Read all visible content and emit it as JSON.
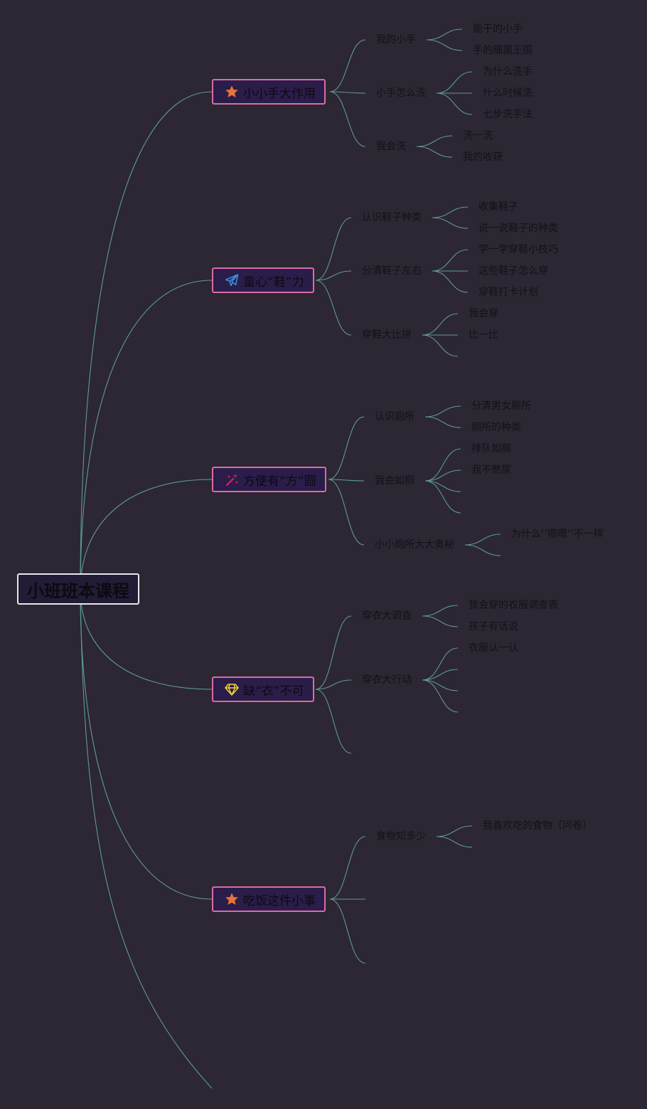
{
  "root": {
    "label": "小班班本课程"
  },
  "branches": [
    {
      "label": "小小手大作用",
      "icon": "star-icon",
      "icon_color": "#e6743c",
      "children": [
        {
          "label": "我的小手",
          "children": [
            "能干的小手",
            "手的细菌王国"
          ]
        },
        {
          "label": "小手怎么洗",
          "children": [
            "为什么洗手",
            "什么时候洗",
            "七步洗手法"
          ]
        },
        {
          "label": "我会洗",
          "children": [
            "洗一洗",
            "我的收获"
          ]
        }
      ]
    },
    {
      "label": "童心“鞋”力",
      "icon": "paper-plane-icon",
      "icon_color": "#3a8fd9",
      "children": [
        {
          "label": "认识鞋子种类",
          "children": [
            "收集鞋子",
            "说一说鞋子的种类"
          ]
        },
        {
          "label": "分清鞋子左右",
          "children": [
            "学一学穿鞋小技巧",
            "这些鞋子怎么穿",
            "穿鞋打卡计划"
          ]
        },
        {
          "label": "穿鞋大比拼",
          "children": [
            "我会穿",
            "比一比",
            ""
          ]
        }
      ]
    },
    {
      "label": "方便有“方”圆",
      "icon": "magic-wand-icon",
      "icon_color": "#d8245c",
      "children": [
        {
          "label": "认识厕所",
          "children": [
            "分清男女厕所",
            "厕所的种类"
          ]
        },
        {
          "label": "我会如厕",
          "children": [
            "排队如厕",
            "我不憋尿",
            "",
            ""
          ]
        },
        {
          "label": "小小厕所大大奥秘",
          "children": [
            "为什么‘’嗯嗯‘’不一样",
            ""
          ]
        }
      ]
    },
    {
      "label": "缺“衣”不可",
      "icon": "diamond-icon",
      "icon_color": "#f0d43a",
      "children": [
        {
          "label": "穿衣大调查",
          "children": [
            "我会穿的衣服调查表",
            "孩子有话说"
          ]
        },
        {
          "label": "穿衣大行动",
          "children": [
            "衣服认一认",
            "",
            "",
            ""
          ]
        },
        {
          "label": "",
          "children": []
        }
      ]
    },
    {
      "label": "吃饭这件小事",
      "icon": "star-icon",
      "icon_color": "#e6743c",
      "children": [
        {
          "label": "食物知多少",
          "children": [
            "我喜欢吃的食物（问卷）",
            ""
          ]
        },
        {
          "label": "",
          "children": []
        },
        {
          "label": "",
          "children": []
        }
      ]
    }
  ]
}
